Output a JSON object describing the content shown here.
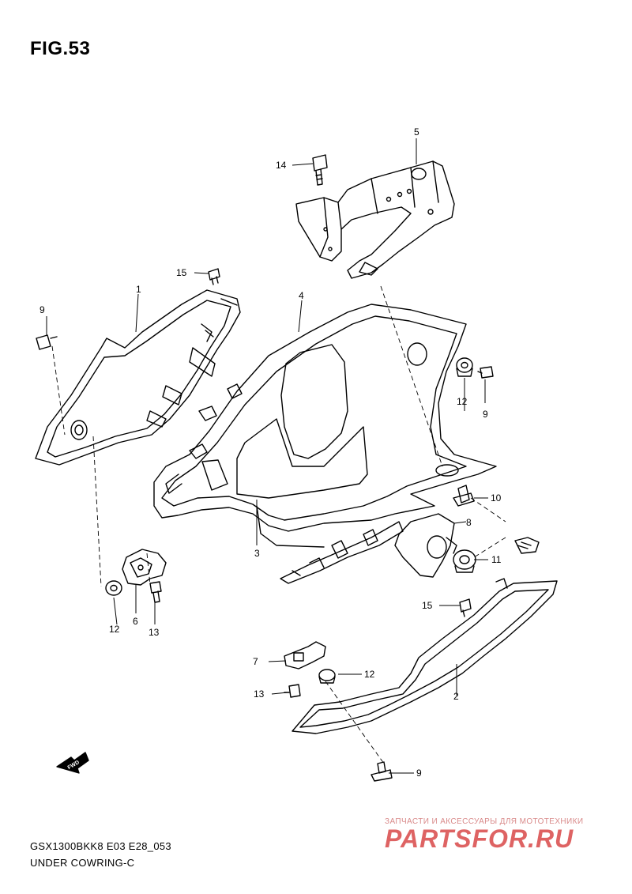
{
  "figure": {
    "title": "FIG.53",
    "model_code": "GSX1300BKK8 E03 E28_053",
    "part_group": "UNDER COWRING-C"
  },
  "callouts": {
    "c1": "1",
    "c2": "2",
    "c3": "3",
    "c4": "4",
    "c5": "5",
    "c6": "6",
    "c7": "7",
    "c8": "8",
    "c9_left": "9",
    "c9_right": "9",
    "c9_bottom": "9",
    "c10": "10",
    "c11": "11",
    "c12_left": "12",
    "c12_right": "12",
    "c12_mid": "12",
    "c13_left": "13",
    "c13_mid": "13",
    "c14": "14",
    "c15_top": "15",
    "c15_right": "15"
  },
  "fwd_label": "FWD",
  "watermark": {
    "caption": "ЗАПЧАСТИ И АКСЕССУАРЫ ДЛЯ МОТОТЕХНИКИ",
    "logo": "PARTSFOR.RU"
  }
}
